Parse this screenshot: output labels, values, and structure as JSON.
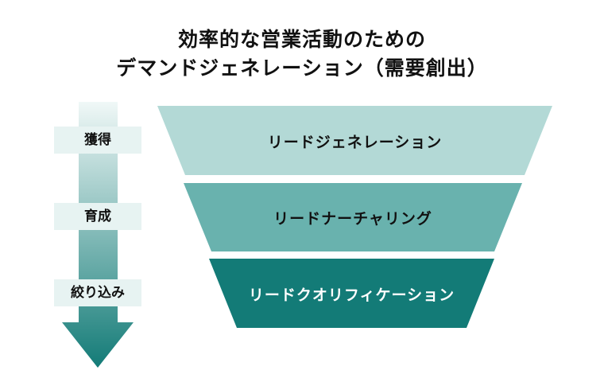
{
  "title": {
    "line1": "効率的な営業活動のための",
    "line2": "デマンドジェネレーション（需要創出）"
  },
  "stages": [
    {
      "label": "獲得"
    },
    {
      "label": "育成"
    },
    {
      "label": "絞り込み"
    }
  ],
  "funnel": [
    {
      "label": "リードジェネレーション",
      "color": "#b3d9d6",
      "text_color": "#111111"
    },
    {
      "label": "リードナーチャリング",
      "color": "#69b2ae",
      "text_color": "#111111"
    },
    {
      "label": "リードクオリフィケーション",
      "color": "#137b77",
      "text_color": "#ffffff"
    }
  ],
  "colors": {
    "arrow_top": "#f0f8f7",
    "arrow_bottom": "#137b77",
    "label_box": "#e7f3f2"
  }
}
